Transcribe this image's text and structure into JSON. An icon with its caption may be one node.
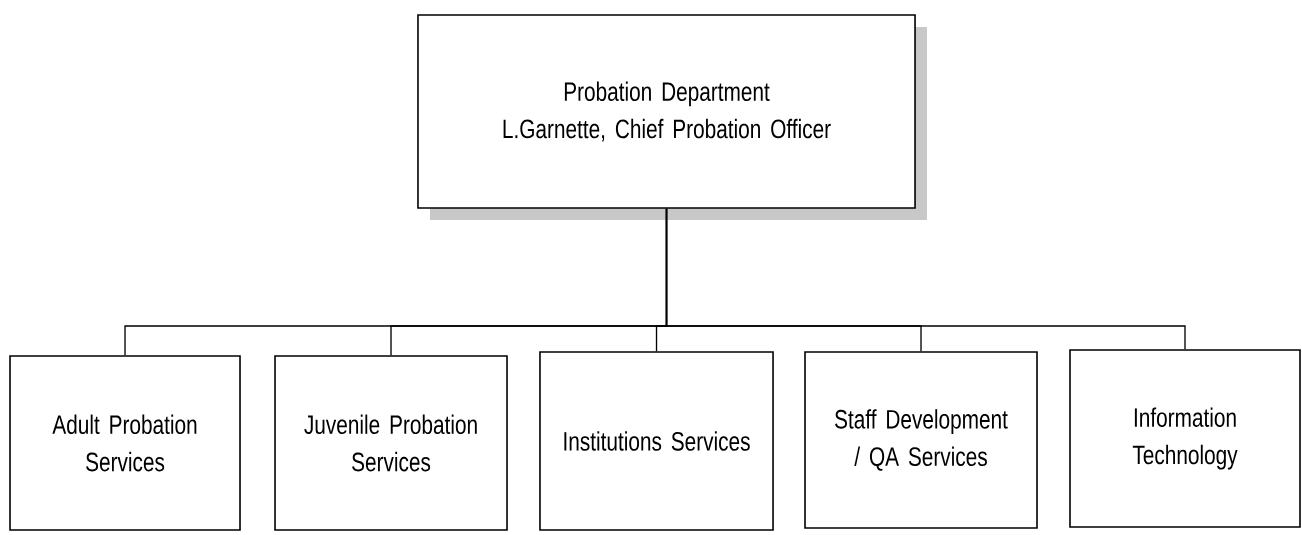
{
  "diagram": {
    "nodes": [
      {
        "text": [
          "Probation Department",
          "L.Garnette, Chief Probation Officer"
        ]
      },
      {
        "text": [
          "Adult Probation Services"
        ]
      },
      {
        "text": [
          "Juvenile Probation Services"
        ]
      },
      {
        "text": [
          "Institutions Services"
        ]
      },
      {
        "text": [
          "Staff Development / QA Services"
        ]
      },
      {
        "text": [
          "Information Technology"
        ]
      }
    ],
    "edges": [
      {
        "from": 0,
        "to": 1,
        "arrow": "none"
      },
      {
        "from": 0,
        "to": 2,
        "arrow": "none"
      },
      {
        "from": 0,
        "to": 3,
        "arrow": "none"
      },
      {
        "from": 0,
        "to": 4,
        "arrow": "none"
      },
      {
        "from": 0,
        "to": 5,
        "arrow": "none"
      }
    ]
  }
}
